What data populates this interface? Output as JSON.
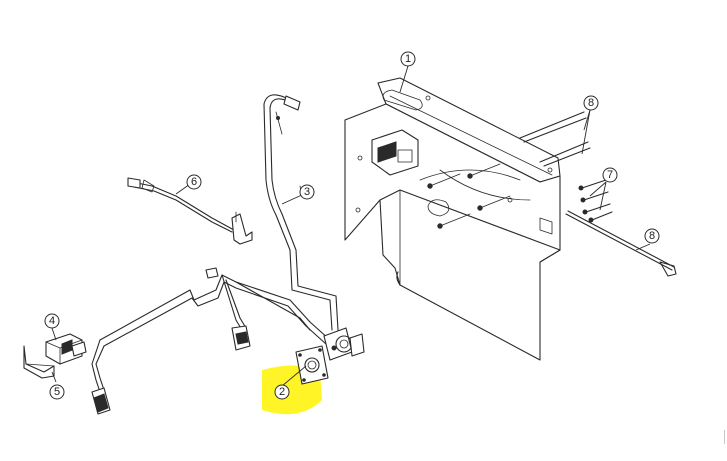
{
  "diagram": {
    "callouts": [
      {
        "id": "c1",
        "label": "1"
      },
      {
        "id": "c2",
        "label": "2"
      },
      {
        "id": "c3",
        "label": "3"
      },
      {
        "id": "c4",
        "label": "4"
      },
      {
        "id": "c5",
        "label": "5"
      },
      {
        "id": "c6",
        "label": "6"
      },
      {
        "id": "c7",
        "label": "7"
      },
      {
        "id": "c8a",
        "label": "8"
      },
      {
        "id": "c8b",
        "label": "8"
      }
    ],
    "highlight_color": "#fff200",
    "line_color": "#2a2a2a"
  }
}
